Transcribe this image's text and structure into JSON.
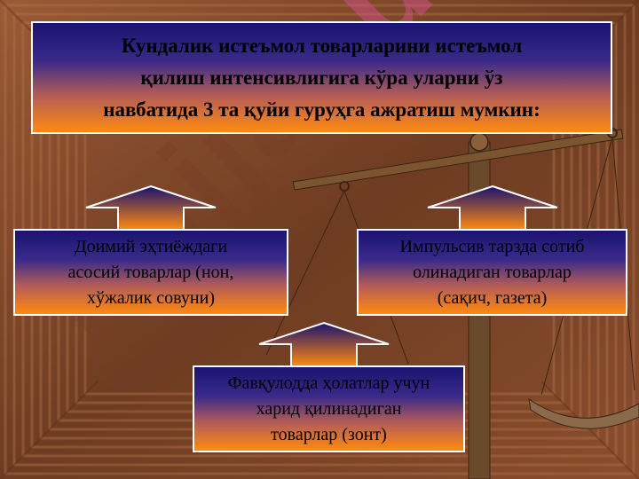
{
  "title": {
    "line1": "Кундалик истеъмол товарларини истеъмол",
    "line2": "қилиш интенсивлигига кўра уларни ўз",
    "line3": "навбатида 3 та қуйи гуруҳга ажратиш мумкин:"
  },
  "categories": [
    {
      "line1": "Доимий эҳтиёждаги",
      "line2": "асосий товарлар (нон,",
      "line3": "хўжалик совуни)"
    },
    {
      "line1": "Импульсив тарзда сотиб",
      "line2": "олинадиган товарлар",
      "line3": "(сақич, газета)"
    },
    {
      "line1": "Фавқулодда ҳолатлар учун",
      "line2": "харид қилинадиган",
      "line3": "товарлар (зонт)"
    }
  ],
  "watermark": {
    "main": "Hujja",
    "accent": "t.uz"
  },
  "colors": {
    "box_top": "#1a1470",
    "box_bottom": "#ff8a10",
    "arrow_top": "#1a1470",
    "arrow_bottom": "#ff8a10",
    "border": "#ffffff",
    "background": "#7a4528"
  }
}
